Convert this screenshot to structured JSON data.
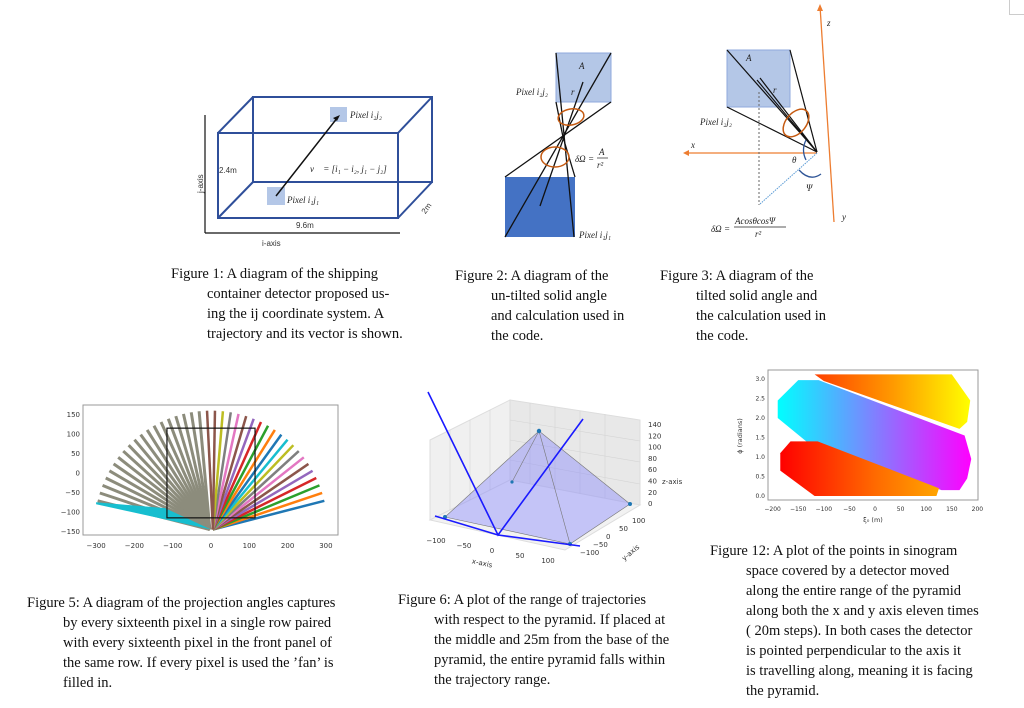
{
  "figure1": {
    "pixel_top": "Pixel i₂j₂",
    "pixel_bottom": "Pixel i₁j₁",
    "vector": "v⃗ = [i₁ − i₂, j₁ − j₂]",
    "height": "2.4m",
    "length": "9.6m",
    "depth": "2m",
    "i_axis": "i-axis",
    "j_axis": "j-axis",
    "caption": [
      "Figure 1: A diagram of the shipping",
      "container detector proposed us-",
      "ing the ij coordinate system. A",
      "trajectory and its vector is shown."
    ]
  },
  "figure2": {
    "pixel_top": "Pixel i₂j₂",
    "pixel_bottom": "Pixel i₁j₁",
    "area": "A",
    "radius": "r",
    "formula_lhs": "δΩ =",
    "formula_num": "A",
    "formula_den": "r²",
    "caption": [
      "Figure 2: A diagram of the",
      "un-tilted solid angle",
      "and calculation used in",
      "the code."
    ]
  },
  "figure3": {
    "pixel": "Pixel i₂j₂",
    "area": "A",
    "radius": "r",
    "x": "x",
    "y": "y",
    "z": "z",
    "theta": "θ",
    "psi": "Ψ",
    "formula_lhs": "δΩ =",
    "formula_num": "AcosθcosΨ",
    "formula_den": "r²",
    "caption": [
      "Figure 3: A diagram of the",
      "tilted solid angle and",
      "the calculation used in",
      "the code."
    ]
  },
  "figure5": {
    "caption": [
      "Figure 5: A diagram of the projection angles captures",
      "by every sixteenth pixel in a single row paired",
      "with every sixteenth pixel in the front panel of",
      "the same row. If every pixel is used the ’fan’ is",
      "filled in."
    ]
  },
  "figure6": {
    "x_label": "x-axis",
    "y_label": "y-axis",
    "z_label": "z-axis",
    "caption": [
      "Figure 6: A plot of the range of trajectories",
      "with respect to the pyramid. If placed at",
      "the middle and 25m from the base of the",
      "pyramid, the entire pyramid falls within",
      "the trajectory range."
    ]
  },
  "figure12": {
    "caption": [
      "Figure 12: A plot of the points in sinogram",
      "space covered by a detector moved",
      "along the entire range of the pyramid",
      "along both the x and y axis eleven times",
      "( 20m steps). In both cases the detector",
      "is pointed perpendicular to the axis it",
      "is travelling along, meaning it is facing",
      "the pyramid."
    ]
  },
  "chart_data": [
    {
      "id": "figure5",
      "type": "line",
      "title": "",
      "xlim": [
        -320,
        330
      ],
      "ylim": [
        -160,
        170
      ],
      "xticks": [
        "−300",
        "−200",
        "−100",
        "0",
        "100",
        "200",
        "300"
      ],
      "xtick_values": [
        -300,
        -200,
        -100,
        0,
        100,
        200,
        300
      ],
      "yticks": [
        "150",
        "100",
        "50",
        "0",
        "−50",
        "−100",
        "−150"
      ],
      "ytick_values": [
        150,
        100,
        50,
        0,
        -50,
        -100,
        -150
      ],
      "rays_origin": [
        0,
        -145
      ],
      "rays_radius": 305,
      "rays_angle_range_deg": [
        14,
        166
      ],
      "detector_box": {
        "x": [
          -115,
          115
        ],
        "y": [
          -115,
          115
        ]
      }
    },
    {
      "id": "figure6",
      "type": "scatter",
      "xlabel": "x-axis",
      "ylabel": "y-axis",
      "zlabel": "z-axis",
      "xticks": [
        "−100",
        "−50",
        "0",
        "50",
        "100"
      ],
      "yticks": [
        "100",
        "50",
        "0",
        "−50",
        "−100"
      ],
      "zticks": [
        "140",
        "120",
        "100",
        "80",
        "60",
        "40",
        "20",
        "0"
      ],
      "pyramid_vertices": [
        [
          -115,
          -115,
          0
        ],
        [
          115,
          -115,
          0
        ],
        [
          115,
          115,
          0
        ],
        [
          -115,
          115,
          0
        ],
        [
          0,
          0,
          146
        ]
      ]
    },
    {
      "id": "figure12",
      "type": "scatter",
      "xlabel": "ξ₀ (m)",
      "ylabel": "ϕ (radians)",
      "xlim": [
        -210,
        210
      ],
      "ylim": [
        -0.15,
        3.25
      ],
      "xticks": [
        "−200",
        "−150",
        "−100",
        "−50",
        "0",
        "50",
        "100",
        "150",
        "200"
      ],
      "xtick_values": [
        -200,
        -150,
        -100,
        -50,
        0,
        50,
        100,
        150,
        200
      ],
      "yticks": [
        "3.0",
        "2.5",
        "2.0",
        "1.5",
        "1.0",
        "0.5",
        "0.0"
      ],
      "ytick_values": [
        3.0,
        2.5,
        2.0,
        1.5,
        1.0,
        0.5,
        0.0
      ],
      "colors": {
        "cyan": "#00ffff",
        "magenta": "#ff00ff",
        "red": "#ff0000",
        "orange": "#ff8c00",
        "yellow": "#ffff00"
      }
    }
  ]
}
